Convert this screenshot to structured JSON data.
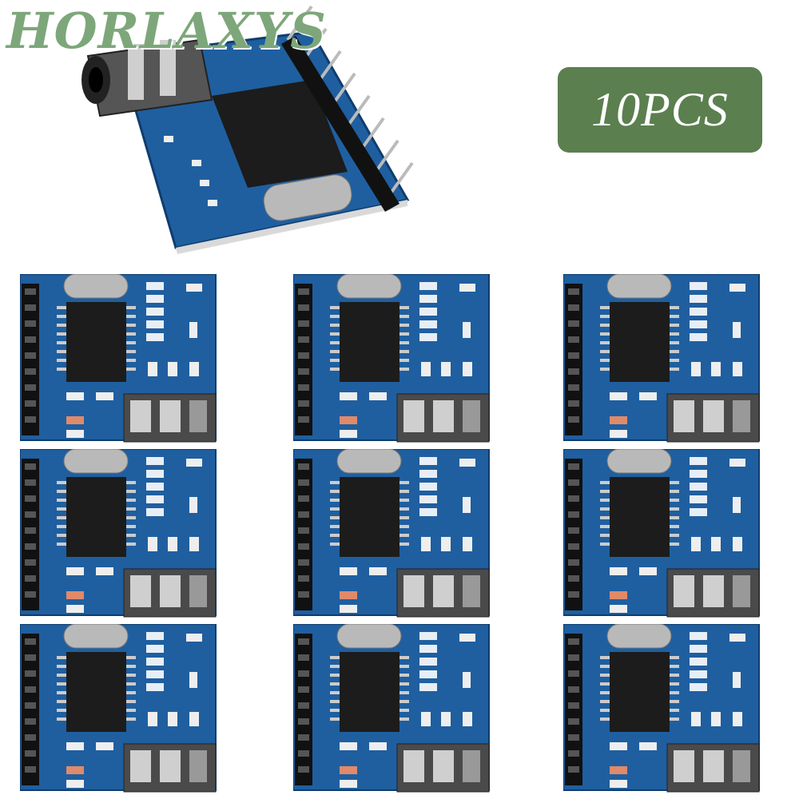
{
  "brand": {
    "logo_text": "HORLAXYS"
  },
  "badge": {
    "text": "10PCS"
  },
  "colors": {
    "badge_bg": "#5b7f4f",
    "brand_green": "#7da77a",
    "pcb_blue": "#1f5fa0",
    "chip_black": "#1c1c1c",
    "crystal_silver": "#b9b9b9"
  },
  "boards": {
    "count": 9
  }
}
